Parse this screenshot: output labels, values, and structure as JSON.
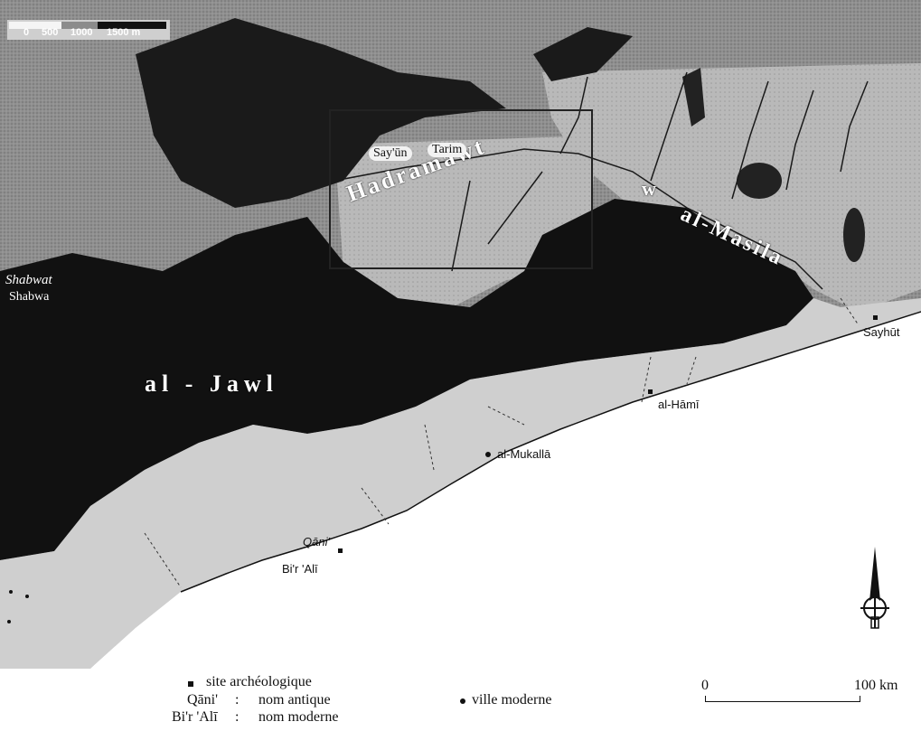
{
  "map": {
    "elevation_scale": {
      "ticks": [
        "0",
        "500",
        "1000",
        "1500 m"
      ]
    },
    "regions": {
      "hadramawt": "Hadramawt",
      "masila_w": "w",
      "masila": "al-Masila",
      "jawl": "al - Jawl"
    },
    "places": {
      "sayun": "Say'ūn",
      "tarim": "Tarim",
      "shabwat": "Shabwat",
      "shabwa": "Shabwa",
      "sayhut": "Sayhūt",
      "al_hami": "al-Hāmī",
      "al_mukalla": "al-Mukallā",
      "qani": "Qāni'",
      "bir_ali": "Bi'r 'Alī"
    },
    "legend": {
      "site_label": "site archéologique",
      "ancient_example": "Qāni'",
      "ancient_sep": ":",
      "ancient_desc": "nom antique",
      "modern_example": "Bi'r 'Alī",
      "modern_sep": ":",
      "modern_desc": "nom moderne",
      "city_label": "ville moderne"
    },
    "scale": {
      "start": "0",
      "end": "100 km"
    },
    "colors": {
      "high": "#0d0d0d",
      "mid": "#5a5a5a",
      "low": "#8c8c8c",
      "plain": "#bdbdbd",
      "coast": "#ffffff"
    }
  }
}
